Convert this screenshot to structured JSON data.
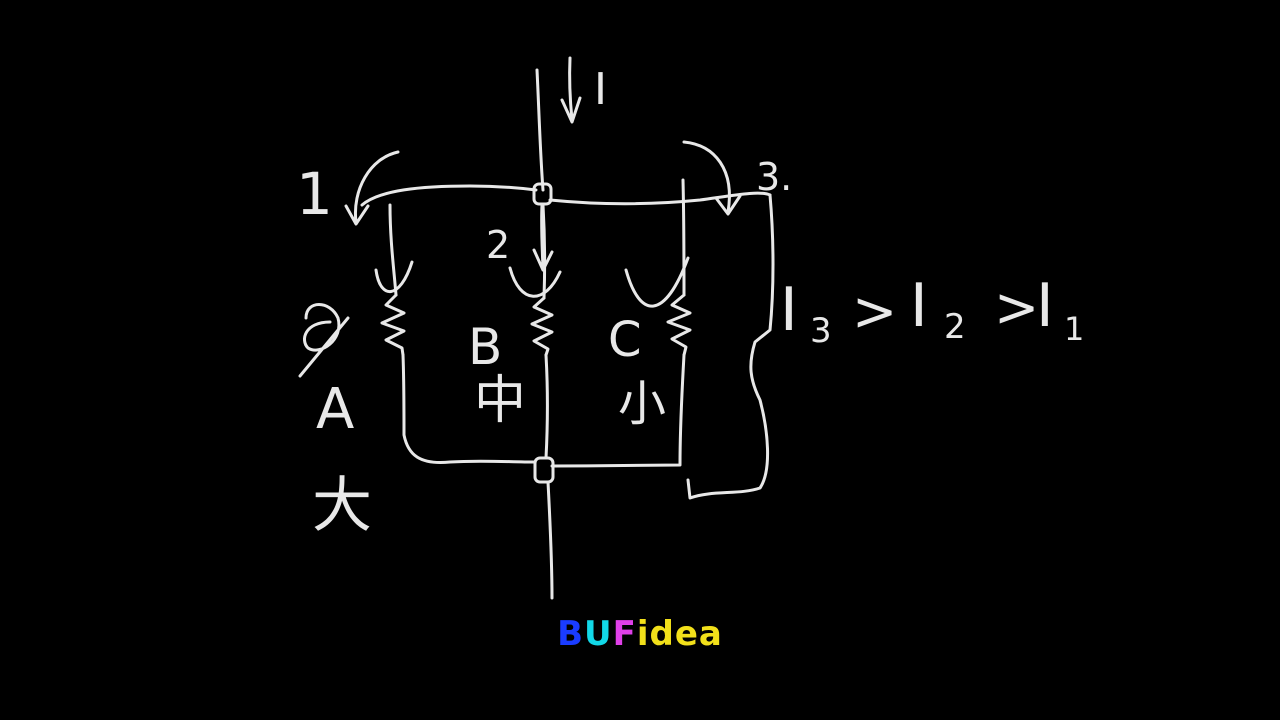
{
  "diagram": {
    "current_label": "I",
    "branch_labels": [
      "1",
      "2",
      "3."
    ],
    "resistor_labels": [
      "A",
      "B",
      "C"
    ],
    "size_labels": [
      "大",
      "中",
      "小"
    ],
    "relation": {
      "parts": [
        "I",
        "3",
        ">",
        "I",
        "2",
        ">",
        "I",
        "1"
      ]
    }
  },
  "watermark": {
    "letters": [
      "B",
      "U",
      "F",
      "idea"
    ],
    "colors": [
      "#1a3cff",
      "#12d8e8",
      "#e040e8",
      "#f2e01a"
    ]
  }
}
